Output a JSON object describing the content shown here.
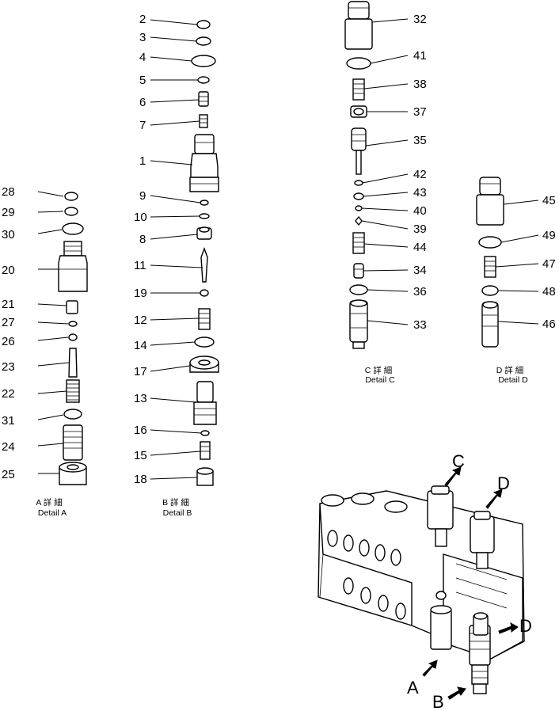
{
  "detail_a": {
    "caption_jp": "A 詳 細",
    "caption_en": "Detail A",
    "labels": [
      "28",
      "29",
      "30",
      "20",
      "21",
      "27",
      "26",
      "23",
      "22",
      "31",
      "24",
      "25"
    ]
  },
  "detail_b": {
    "caption_jp": "B 詳 細",
    "caption_en": "Detail B",
    "labels": [
      "2",
      "3",
      "4",
      "5",
      "6",
      "7",
      "1",
      "9",
      "10",
      "8",
      "11",
      "19",
      "12",
      "14",
      "17",
      "13",
      "16",
      "15",
      "18"
    ]
  },
  "detail_c": {
    "caption_jp": "C 詳 細",
    "caption_en": "Detail C",
    "labels": [
      "32",
      "41",
      "38",
      "37",
      "35",
      "42",
      "43",
      "40",
      "39",
      "44",
      "34",
      "36",
      "33"
    ]
  },
  "detail_d": {
    "caption_jp": "D 詳 細",
    "caption_en": "Detail D",
    "labels": [
      "45",
      "49",
      "47",
      "48",
      "46"
    ]
  },
  "assembly": {
    "letters": [
      "C",
      "D",
      "D",
      "A",
      "B"
    ]
  }
}
